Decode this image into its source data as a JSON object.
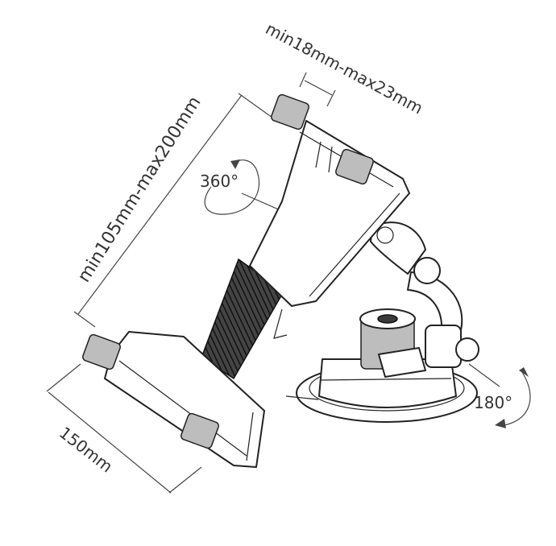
{
  "labels": {
    "jaw_range": "min18mm-max23mm",
    "height_range": "min105mm-max200mm",
    "width": "150mm",
    "rotate_holder": "360°",
    "rotate_base": "180°"
  }
}
